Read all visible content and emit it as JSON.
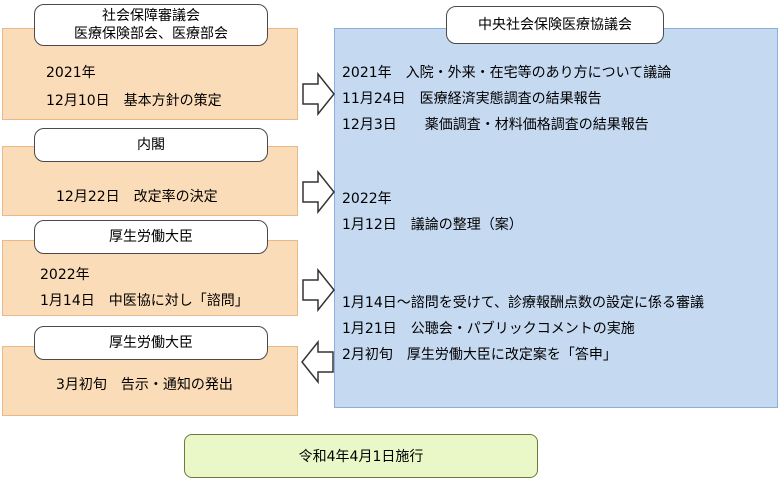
{
  "left": {
    "block1": {
      "title_line1": "社会保障審議会",
      "title_line2": "医療保険部会、医療部会",
      "line1": "2021年",
      "line2": "12月10日　基本方針の策定"
    },
    "block2": {
      "title": "内閣",
      "line1": "12月22日　改定率の決定"
    },
    "block3": {
      "title": "厚生労働大臣",
      "line1": "2022年",
      "line2": "1月14日　中医協に対し「諮問」"
    },
    "block4": {
      "title": "厚生労働大臣",
      "line1": "3月初旬　告示・通知の発出"
    }
  },
  "right": {
    "title": "中央社会保険医療協議会",
    "group1": {
      "line1": "2021年　入院・外来・在宅等のあり方について議論",
      "line2": "11月24日　医療経済実態調査の結果報告",
      "line3": "12月3日　　薬価調査・材料価格調査の結果報告"
    },
    "group2": {
      "line1": "2022年",
      "line2": "1月12日　議論の整理（案）"
    },
    "group3": {
      "line1": "1月14日～諮問を受けて、診療報酬点数の設定に係る審議",
      "line2": "1月21日　公聴会・パブリックコメントの実施",
      "line3": "2月初旬　厚生労働大臣に改定案を「答申」"
    }
  },
  "footer": {
    "label": "令和4年4月1日施行"
  },
  "colors": {
    "left_fill": "#fbdcb8",
    "right_fill": "#c5d9f1",
    "footer_fill": "#eaf7c7"
  }
}
